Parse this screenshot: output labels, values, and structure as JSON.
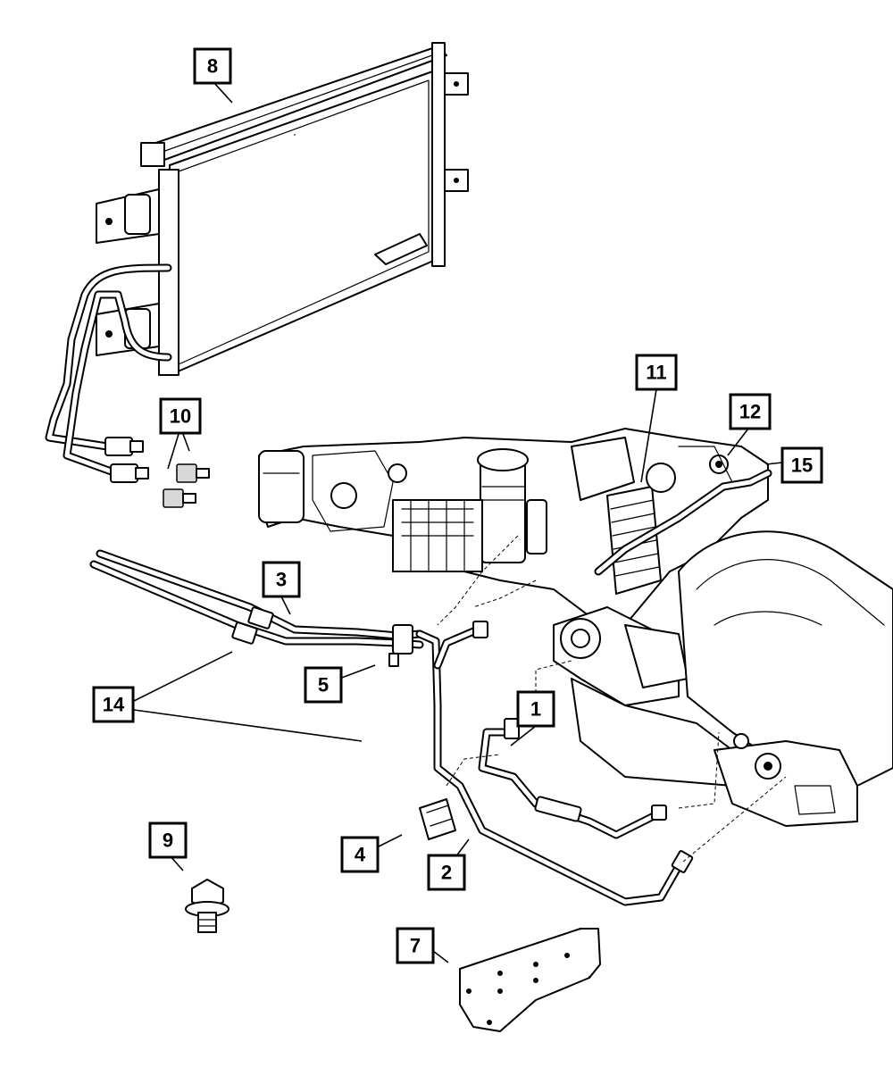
{
  "callouts": [
    {
      "id": "c1",
      "label": "1"
    },
    {
      "id": "c2",
      "label": "2"
    },
    {
      "id": "c3",
      "label": "3"
    },
    {
      "id": "c4",
      "label": "4"
    },
    {
      "id": "c5",
      "label": "5"
    },
    {
      "id": "c7",
      "label": "7"
    },
    {
      "id": "c8",
      "label": "8"
    },
    {
      "id": "c9",
      "label": "9"
    },
    {
      "id": "c10",
      "label": "10"
    },
    {
      "id": "c11",
      "label": "11"
    },
    {
      "id": "c12",
      "label": "12"
    },
    {
      "id": "c14",
      "label": "14"
    },
    {
      "id": "c15",
      "label": "15"
    }
  ]
}
